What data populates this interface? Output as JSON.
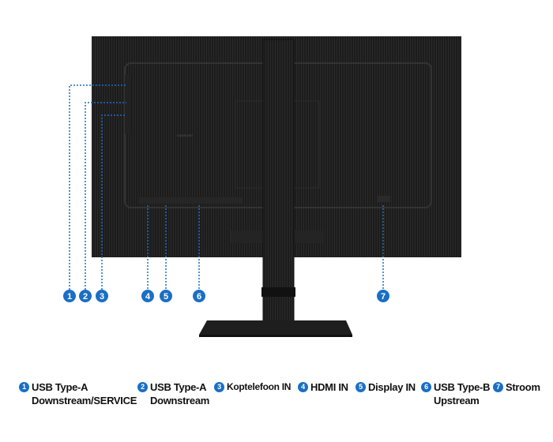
{
  "colors": {
    "accent": "#1a6fc4",
    "monitor": "#1b1b1b"
  },
  "logo": "SAMSUNG",
  "callouts": [
    "1",
    "2",
    "3",
    "4",
    "5",
    "6",
    "7"
  ],
  "legend": [
    {
      "num": "1",
      "line1": "USB Type-A",
      "line2": "Downstream/SERVICE"
    },
    {
      "num": "2",
      "line1": "USB Type-A",
      "line2": "Downstream"
    },
    {
      "num": "3",
      "line1": "Koptelefoon IN",
      "line2": ""
    },
    {
      "num": "4",
      "line1": "HDMI IN",
      "line2": ""
    },
    {
      "num": "5",
      "line1": "Display IN",
      "line2": ""
    },
    {
      "num": "6",
      "line1": "USB Type-B",
      "line2": "Upstream"
    },
    {
      "num": "7",
      "line1": "Stroom",
      "line2": ""
    }
  ]
}
